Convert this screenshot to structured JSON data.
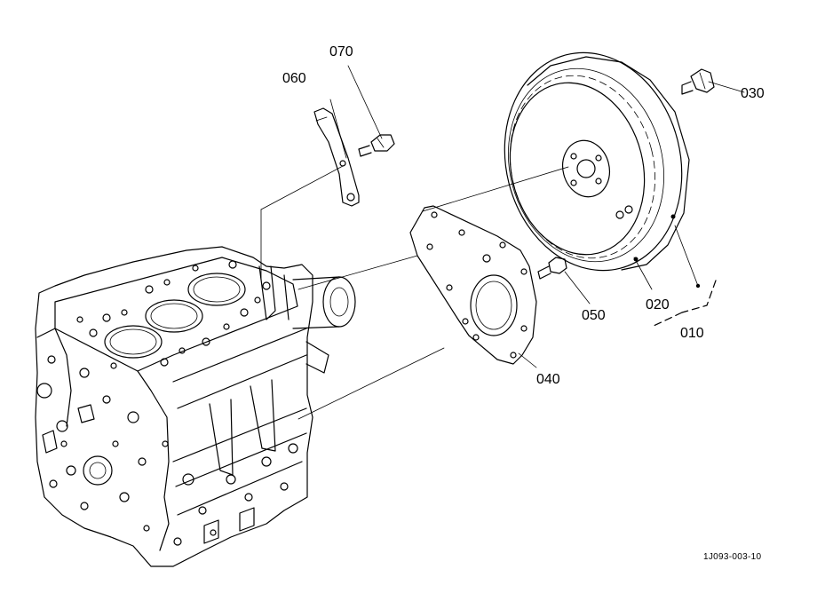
{
  "callouts": {
    "p010": "010",
    "p020": "020",
    "p030": "030",
    "p040": "040",
    "p050": "050",
    "p060": "060",
    "p070": "070"
  },
  "drawing_id": "1J093-003-10"
}
